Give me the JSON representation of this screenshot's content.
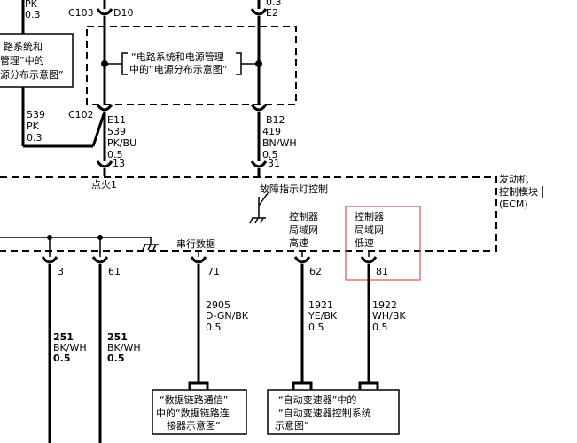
{
  "top_left": {
    "wire_color": "PK",
    "wire_size": "0.3",
    "ref_box_lines": [
      "路系统和",
      "管理”中的",
      "源分布示意图”"
    ],
    "c103": "C103",
    "d10": "D10",
    "c102": "C102",
    "e11": "E11",
    "lower_circuit": "539",
    "lower_color": "PK",
    "lower_size": "0.3"
  },
  "top_right": {
    "size": "0.3",
    "e2": "E2",
    "b12": "B12"
  },
  "center_ref_box": {
    "lines": [
      "“电路系统和电源管理",
      "中的“电源分布示意图”"
    ]
  },
  "pk_bu": {
    "circuit": "539",
    "color": "PK/BU",
    "size": "0.5",
    "pin": "13",
    "function": "点火1"
  },
  "bn_wh": {
    "circuit": "419",
    "color": "BN/WH",
    "size": "0.5",
    "pin": "31",
    "function": "故障指示灯控制"
  },
  "ecm": {
    "lines": [
      "发动机",
      "控制模块",
      "(ECM)"
    ]
  },
  "bottom_pins": [
    {
      "pin": "3",
      "circuit": "251",
      "color": "BK/WH",
      "size": "0.5"
    },
    {
      "pin": "61",
      "circuit": "251",
      "color": "BK/WH",
      "size": "0.5"
    },
    {
      "pin": "71",
      "label": "串行数据",
      "circuit": "2905",
      "color": "D-GN/BK",
      "size": "0.5"
    },
    {
      "pin": "62",
      "label_lines": [
        "控制器",
        "局域网",
        "高速"
      ],
      "circuit": "1921",
      "color": "YE/BK",
      "size": "0.5"
    },
    {
      "pin": "81",
      "label_lines": [
        "控制器",
        "局域网",
        "低速"
      ],
      "circuit": "1922",
      "color": "WH/BK",
      "size": "0.5"
    }
  ],
  "bottom_ref_left": {
    "lines": [
      "“数据链路通信”",
      "中的“数据链路连",
      "接器示意图”"
    ]
  },
  "bottom_ref_right": {
    "lines": [
      "“自动变速器”中的",
      "“自动变速器控制系统",
      "示意图”"
    ]
  }
}
